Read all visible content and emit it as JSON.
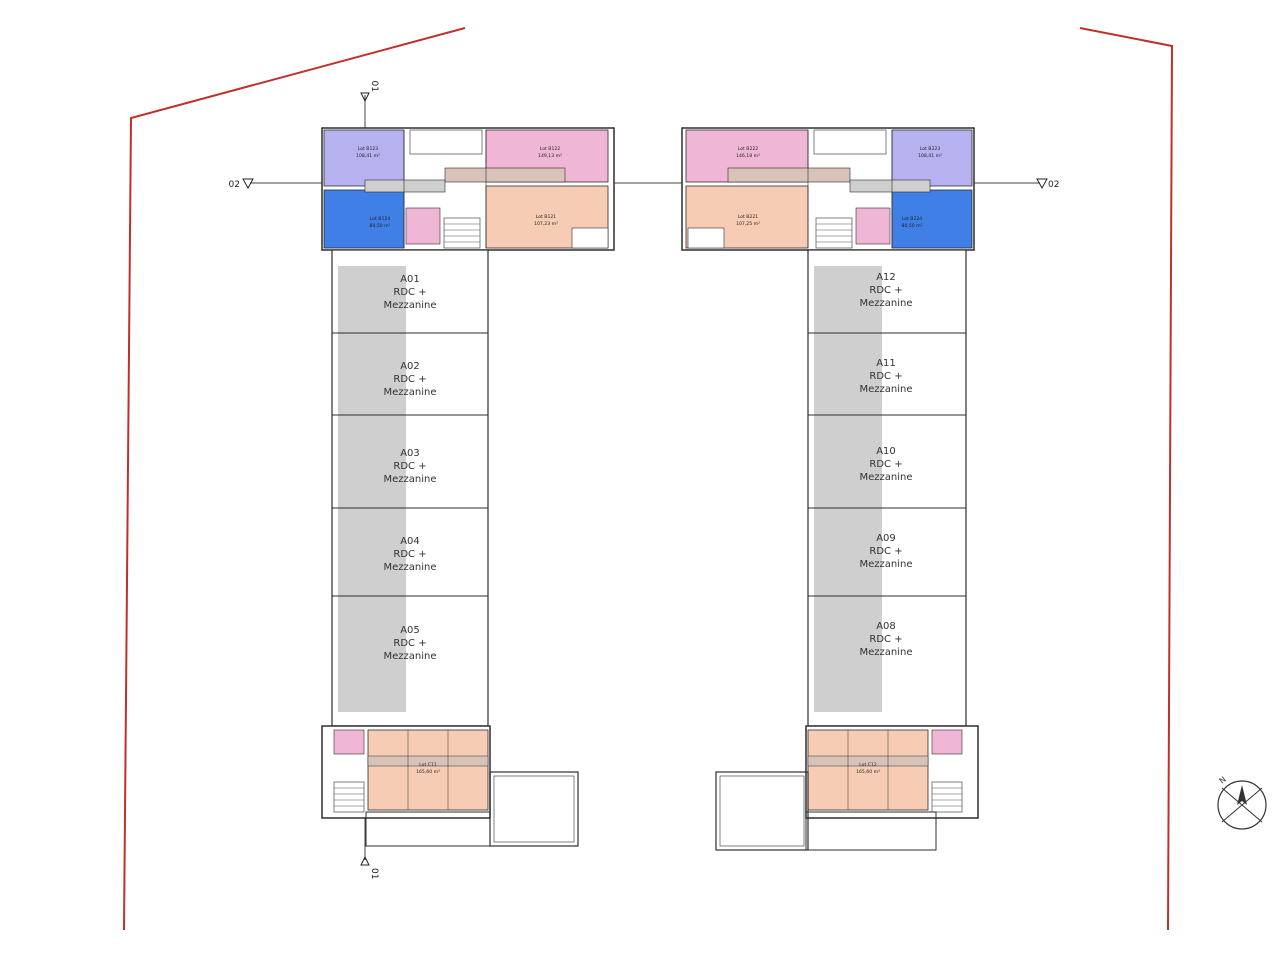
{
  "colors": {
    "property_line": "#c0302a",
    "lavender": "#b6b2f0",
    "pink": "#f0b6d6",
    "blue": "#3f7fe6",
    "salmon": "#f6cdb4",
    "mezzanine": "#cfcfcf",
    "toilet": "#f0b6d6",
    "wall": "#2e2e2e",
    "grid_line": "#444444"
  },
  "axis_markers": {
    "vertical_top": "01",
    "vertical_bottom": "01",
    "horizontal_left": "02",
    "horizontal_right": "02"
  },
  "north_label": "N",
  "left_block": {
    "top_lots": [
      {
        "name": "Lot B123",
        "area": "108,41 m²"
      },
      {
        "name": "Lot B122",
        "area": "149,13 m²"
      },
      {
        "name": "Lot B124",
        "area": "80,50 m²"
      },
      {
        "name": "Lot B121",
        "area": "107,23 m²"
      }
    ],
    "units": [
      {
        "code": "A01",
        "line2": "RDC +",
        "line3": "Mezzanine"
      },
      {
        "code": "A02",
        "line2": "RDC +",
        "line3": "Mezzanine"
      },
      {
        "code": "A03",
        "line2": "RDC +",
        "line3": "Mezzanine"
      },
      {
        "code": "A04",
        "line2": "RDC +",
        "line3": "Mezzanine"
      },
      {
        "code": "A05",
        "line2": "RDC +",
        "line3": "Mezzanine"
      }
    ],
    "bottom_lot": {
      "name": "Lot C11",
      "area": "165,60 m²"
    }
  },
  "right_block": {
    "top_lots": [
      {
        "name": "Lot B222",
        "area": "146,18 m²"
      },
      {
        "name": "Lot B223",
        "area": "108,41 m²"
      },
      {
        "name": "Lot B221",
        "area": "107,25 m²"
      },
      {
        "name": "Lot B224",
        "area": "80,50 m²"
      }
    ],
    "units": [
      {
        "code": "A12",
        "line2": "RDC +",
        "line3": "Mezzanine"
      },
      {
        "code": "A11",
        "line2": "RDC +",
        "line3": "Mezzanine"
      },
      {
        "code": "A10",
        "line2": "RDC +",
        "line3": "Mezzanine"
      },
      {
        "code": "A09",
        "line2": "RDC +",
        "line3": "Mezzanine"
      },
      {
        "code": "A08",
        "line2": "RDC +",
        "line3": "Mezzanine"
      }
    ],
    "bottom_lot": {
      "name": "Lot C12",
      "area": "165,60 m²"
    }
  }
}
